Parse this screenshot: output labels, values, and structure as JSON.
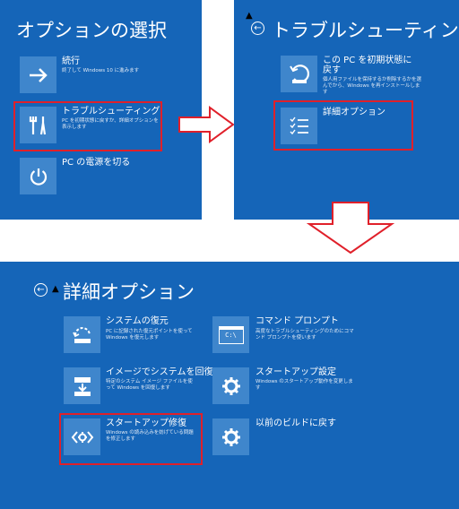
{
  "screen1": {
    "title": "オプションの選択",
    "items": [
      {
        "label": "続行",
        "desc": "終了して Windows 10 に進みます"
      },
      {
        "label": "トラブルシューティング",
        "desc": "PC を初期状態に戻すか、詳細オプションを表示します"
      },
      {
        "label": "PC の電源を切る",
        "desc": ""
      }
    ]
  },
  "screen2": {
    "title": "トラブルシューティング",
    "items": [
      {
        "label": "この PC を初期状態に戻す",
        "desc": "個人用ファイルを保持するか削除するかを選んでから、Windows を再インストールします"
      },
      {
        "label": "詳細オプション",
        "desc": ""
      }
    ]
  },
  "screen3": {
    "title": "詳細オプション",
    "items": [
      {
        "label": "システムの復元",
        "desc": "PC に記録された復元ポイントを使って Windows を復元します"
      },
      {
        "label": "コマンド プロンプト",
        "desc": "高度なトラブルシューティングのためにコマンド プロンプトを使います"
      },
      {
        "label": "イメージでシステムを回復",
        "desc": "特定のシステム イメージ ファイルを使って Windows を回復します"
      },
      {
        "label": "スタートアップ設定",
        "desc": "Windows のスタートアップ動作を変更します"
      },
      {
        "label": "スタートアップ修復",
        "desc": "Windows の読み込みを妨げている問題を修正します"
      },
      {
        "label": "以前のビルドに戻す",
        "desc": ""
      }
    ],
    "cmd_icon_text": "C:\\"
  },
  "colors": {
    "panel": "#1565b8",
    "tile": "#3f86cc",
    "highlight": "#e0202a"
  }
}
